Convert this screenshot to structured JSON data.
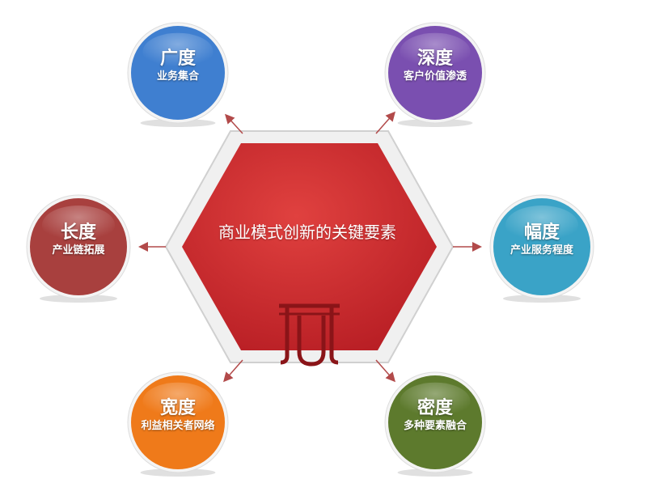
{
  "center": {
    "title": "商业模式创新的关键要素"
  },
  "nodes": [
    {
      "id": "guang",
      "title": "广度",
      "subtitle": "业务集合",
      "color": "#3f7fd0"
    },
    {
      "id": "shen",
      "title": "深度",
      "subtitle": "客户价值渗透",
      "color": "#7a4fb0"
    },
    {
      "id": "chang",
      "title": "长度",
      "subtitle": "产业链拓展",
      "color": "#a8403e"
    },
    {
      "id": "fu",
      "title": "幅度",
      "subtitle": "产业服务程度",
      "color": "#3aa3c7"
    },
    {
      "id": "kuan",
      "title": "宽度",
      "subtitle": "利益相关者网络",
      "color": "#ef7a1a"
    },
    {
      "id": "mi",
      "title": "密度",
      "subtitle": "多种要素融合",
      "color": "#5d7a2d"
    }
  ],
  "colors": {
    "hexagon": "#c8282d",
    "frame": "#eeeeee",
    "arrow": "#b24a4a"
  }
}
